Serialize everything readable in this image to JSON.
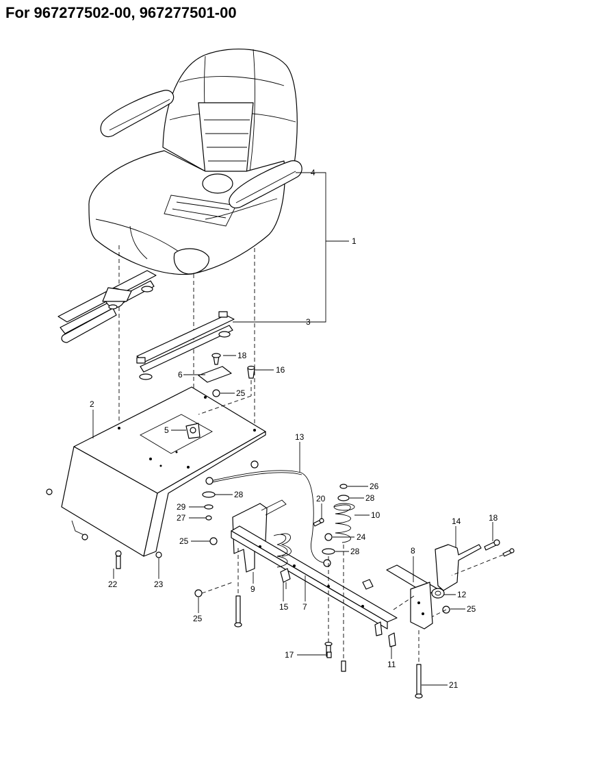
{
  "title": "For 967277502-00, 967277501-00",
  "callouts": {
    "c1": "1",
    "c2": "2",
    "c3": "3",
    "c4": "4",
    "c5": "5",
    "c6": "6",
    "c7": "7",
    "c8": "8",
    "c9": "9",
    "c10": "10",
    "c11": "11",
    "c12": "12",
    "c13": "13",
    "c14": "14",
    "c15": "15",
    "c16": "16",
    "c17": "17",
    "c18a": "18",
    "c18b": "18",
    "c20": "20",
    "c21": "21",
    "c22": "22",
    "c23": "23",
    "c24": "24",
    "c25a": "25",
    "c25b": "25",
    "c25c": "25",
    "c25d": "25",
    "c26": "26",
    "c27": "27",
    "c28a": "28",
    "c28b": "28",
    "c28c": "28",
    "c29": "29"
  }
}
